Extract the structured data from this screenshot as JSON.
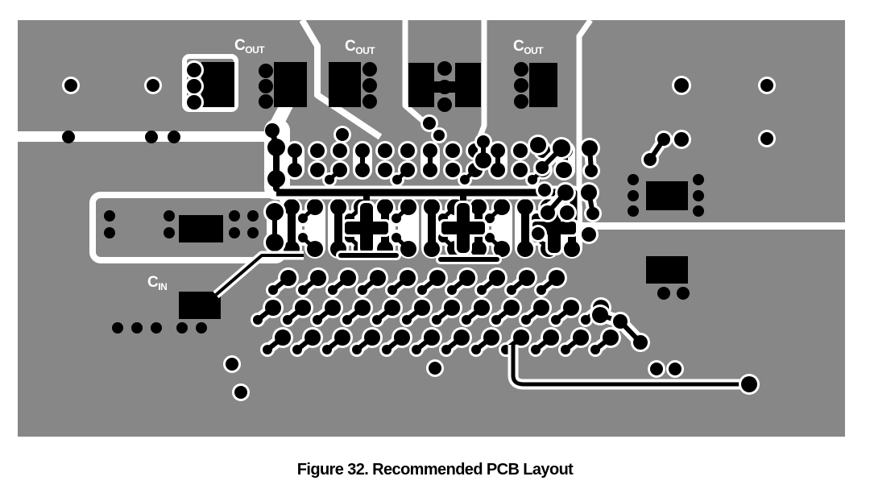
{
  "figure_caption": "Figure 32. Recommended PCB Layout",
  "labels": {
    "cout_left": {
      "main": "C",
      "sub": "OUT"
    },
    "cout_middle": {
      "main": "C",
      "sub": "OUT"
    },
    "cout_right": {
      "main": "C",
      "sub": "OUT"
    },
    "cin": {
      "main": "C",
      "sub": "IN"
    }
  },
  "colors": {
    "background": "#ffffff",
    "copper_pour_gray": "#878787",
    "pads_vias_black": "#000000",
    "clearance_white": "#ffffff"
  }
}
